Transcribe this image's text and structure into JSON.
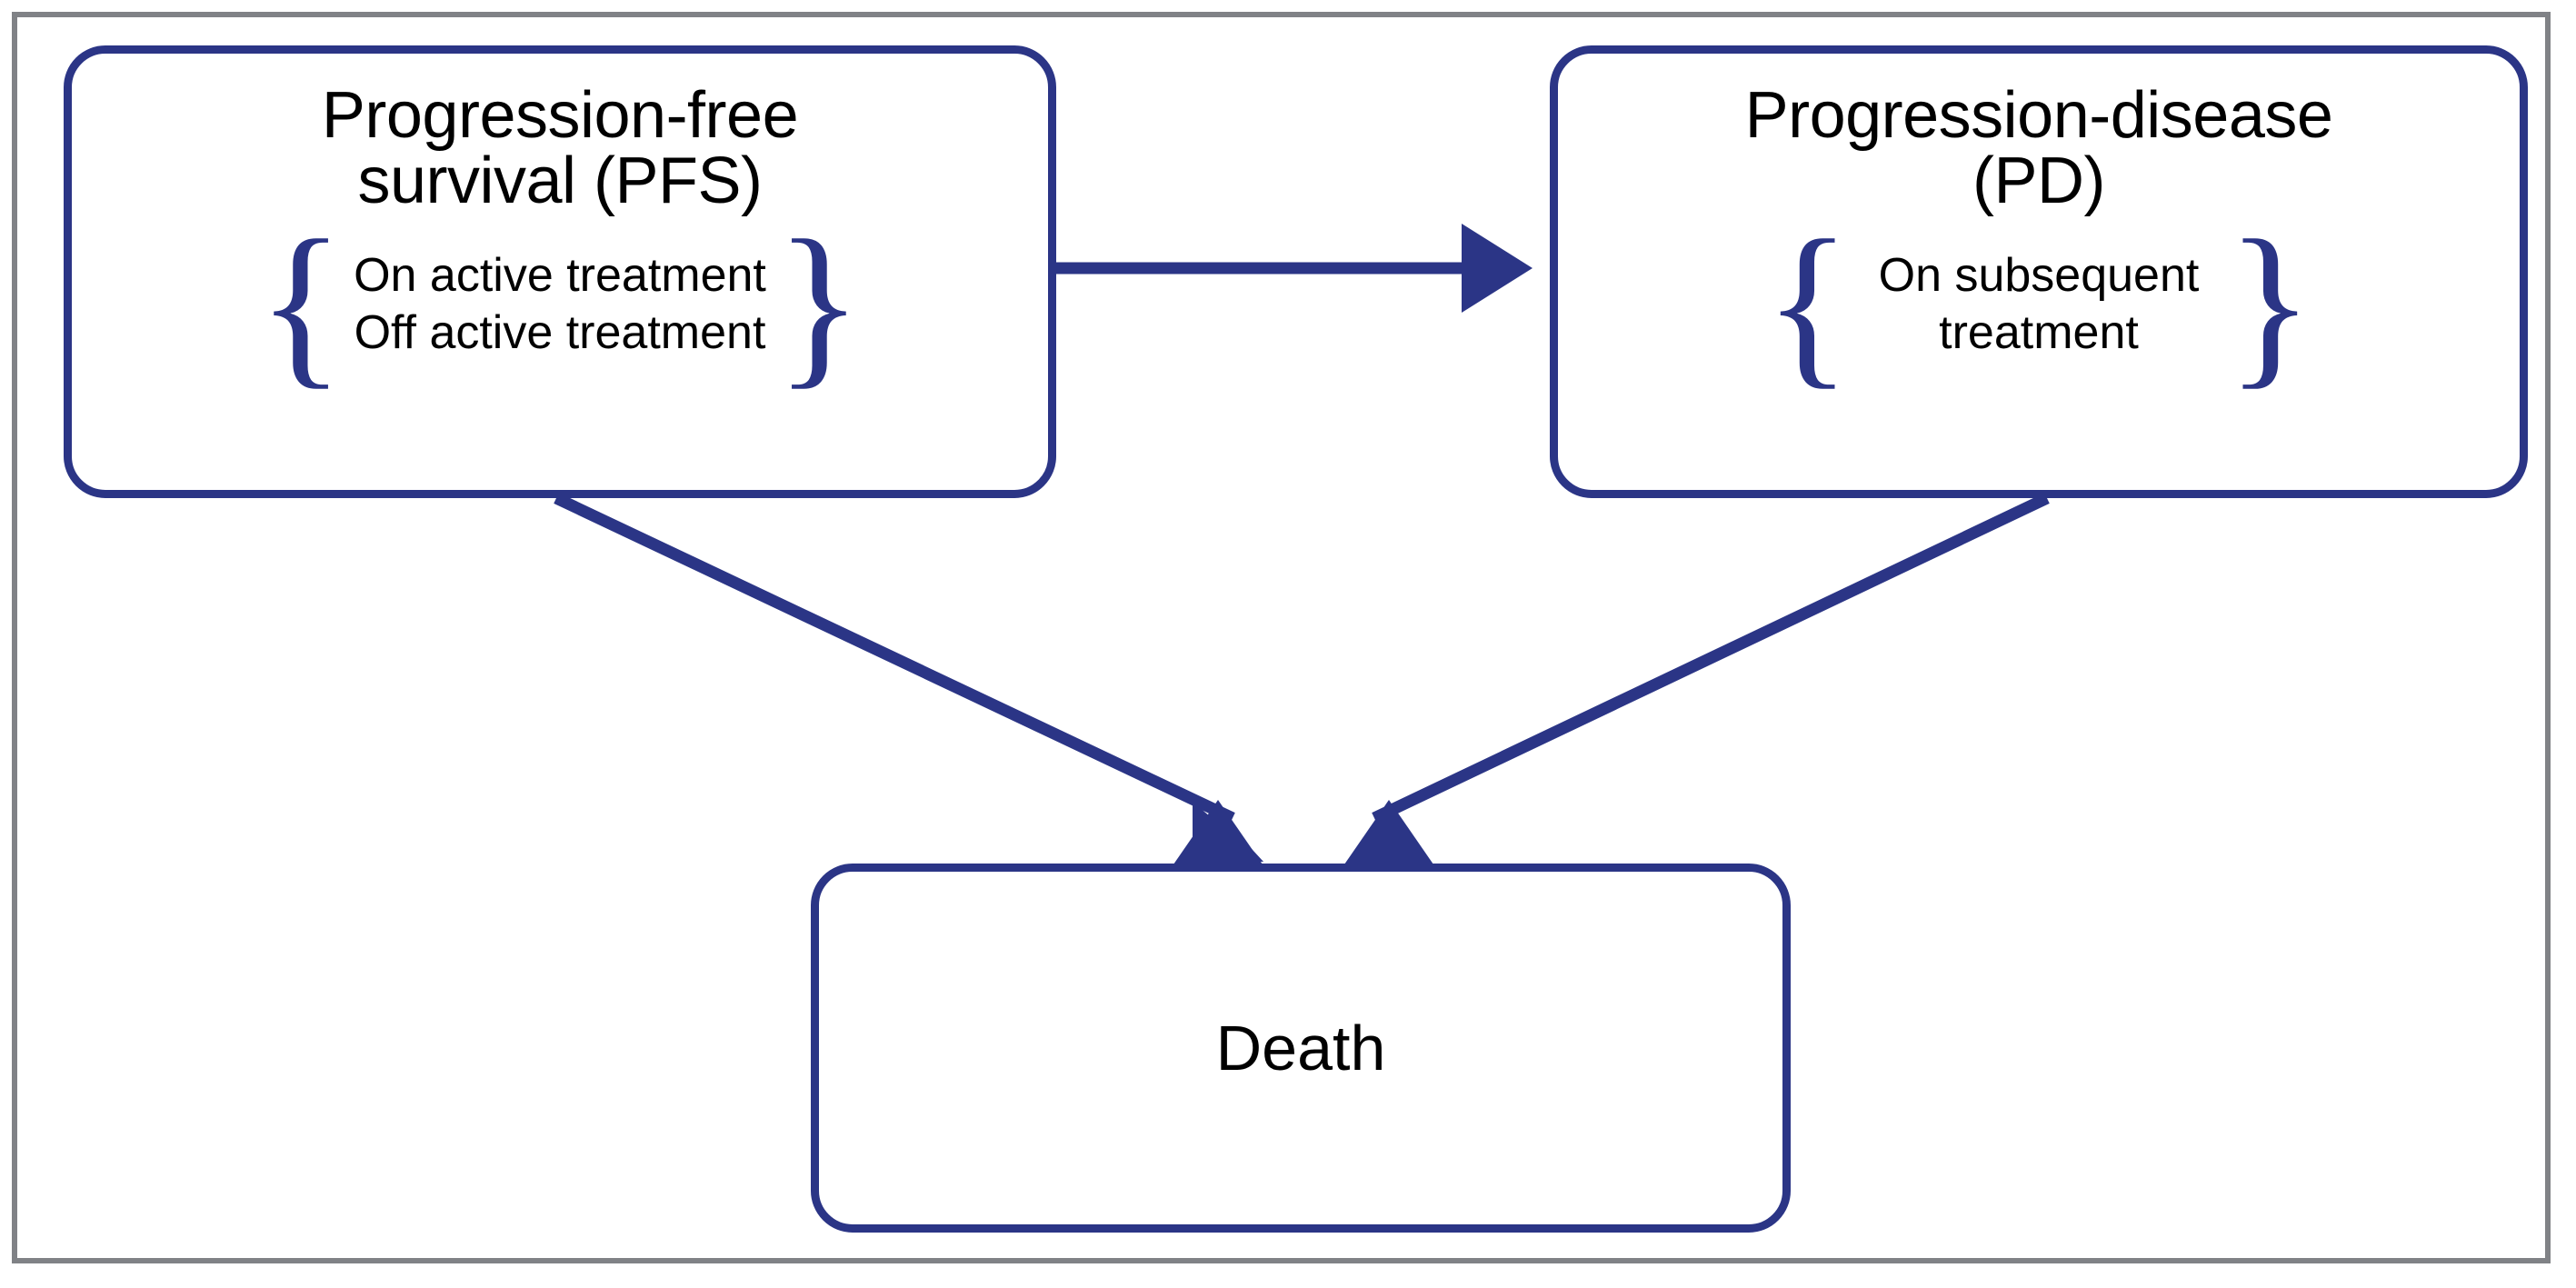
{
  "diagram": {
    "title": "Three-state oncology model (PFS, PD, Death)",
    "colors": {
      "accent_blue": "#2b3586",
      "frame_gray": "#808286",
      "text_black": "#000000",
      "background": "#ffffff"
    },
    "frame": {
      "name": "outer-frame"
    },
    "nodes": [
      {
        "id": "pfs",
        "title": "Progression-free\nsurvival (PFS)",
        "brace_left": "{",
        "brace_right": "}",
        "sublabels": [
          "On active treatment",
          "Off active treatment"
        ]
      },
      {
        "id": "pd",
        "title": "Progression-disease\n(PD)",
        "brace_left": "{",
        "brace_right": "}",
        "sublabels": [
          "On subsequent\ntreatment"
        ]
      },
      {
        "id": "death",
        "title": "Death",
        "sublabels": []
      }
    ],
    "edges": [
      {
        "id": "pfs-to-pd",
        "from": "pfs",
        "to": "pd",
        "style": "straight-horizontal-arrow"
      },
      {
        "id": "pfs-to-death",
        "from": "pfs",
        "to": "death",
        "style": "diagonal-arrow"
      },
      {
        "id": "pd-to-death",
        "from": "pd",
        "to": "death",
        "style": "diagonal-arrow"
      }
    ]
  }
}
